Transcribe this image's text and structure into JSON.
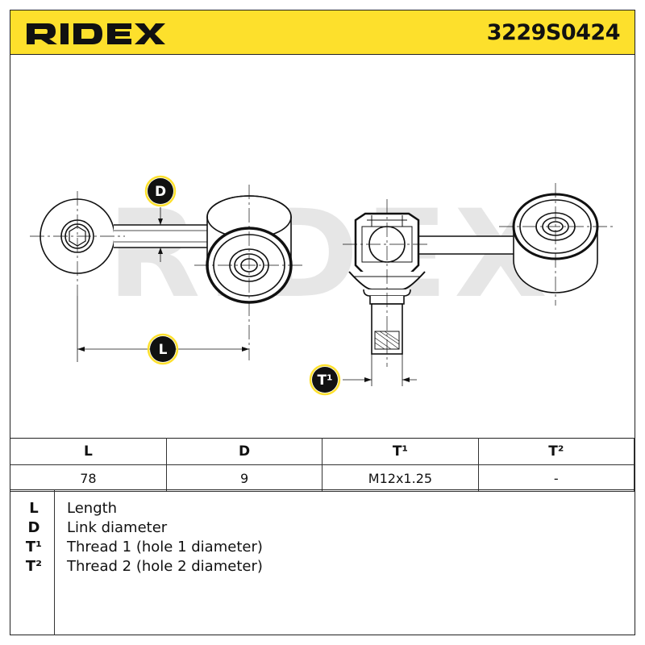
{
  "brand": {
    "name": "RIDEX",
    "accent_color": "#fde02c",
    "watermark": "RIDEX"
  },
  "part_number": "3229S0424",
  "diagram": {
    "badges": {
      "D": "D",
      "L": "L",
      "T1": "T¹"
    }
  },
  "spec_table": {
    "headers": [
      "L",
      "D",
      "T¹",
      "T²"
    ],
    "values": [
      "78",
      "9",
      "M12x1.25",
      "-"
    ]
  },
  "legend": [
    {
      "symbol": "L",
      "description": "Length"
    },
    {
      "symbol": "D",
      "description": "Link diameter"
    },
    {
      "symbol": "T¹",
      "description": "Thread 1 (hole 1 diameter)"
    },
    {
      "symbol": "T²",
      "description": "Thread 2 (hole 2 diameter)"
    }
  ]
}
